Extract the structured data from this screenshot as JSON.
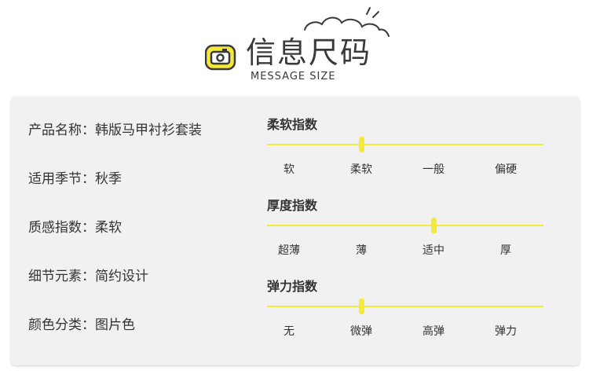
{
  "header": {
    "title": "信息尺码",
    "subtitle": "MESSAGE SIZE"
  },
  "info": {
    "rows": [
      {
        "label": "产品名称：",
        "value": "韩版马甲衬衫套装"
      },
      {
        "label": "适用季节：",
        "value": "秋季"
      },
      {
        "label": "质感指数：",
        "value": "柔软"
      },
      {
        "label": "细节元素：",
        "value": "简约设计"
      },
      {
        "label": "颜色分类：",
        "value": "图片色"
      }
    ]
  },
  "scales": [
    {
      "title": "柔软指数",
      "options": [
        "软",
        "柔软",
        "一般",
        "偏硬"
      ],
      "selected_index": 1
    },
    {
      "title": "厚度指数",
      "options": [
        "超薄",
        "薄",
        "适中",
        "厚"
      ],
      "selected_index": 2
    },
    {
      "title": "弹力指数",
      "options": [
        "无",
        "微弹",
        "高弹",
        "弹力"
      ],
      "selected_index": 1
    }
  ],
  "colors": {
    "accent": "#f3e93a",
    "card_background": "#f1f1f1",
    "text": "#333333"
  },
  "icons": [
    "camera-icon",
    "cloud-icon"
  ]
}
